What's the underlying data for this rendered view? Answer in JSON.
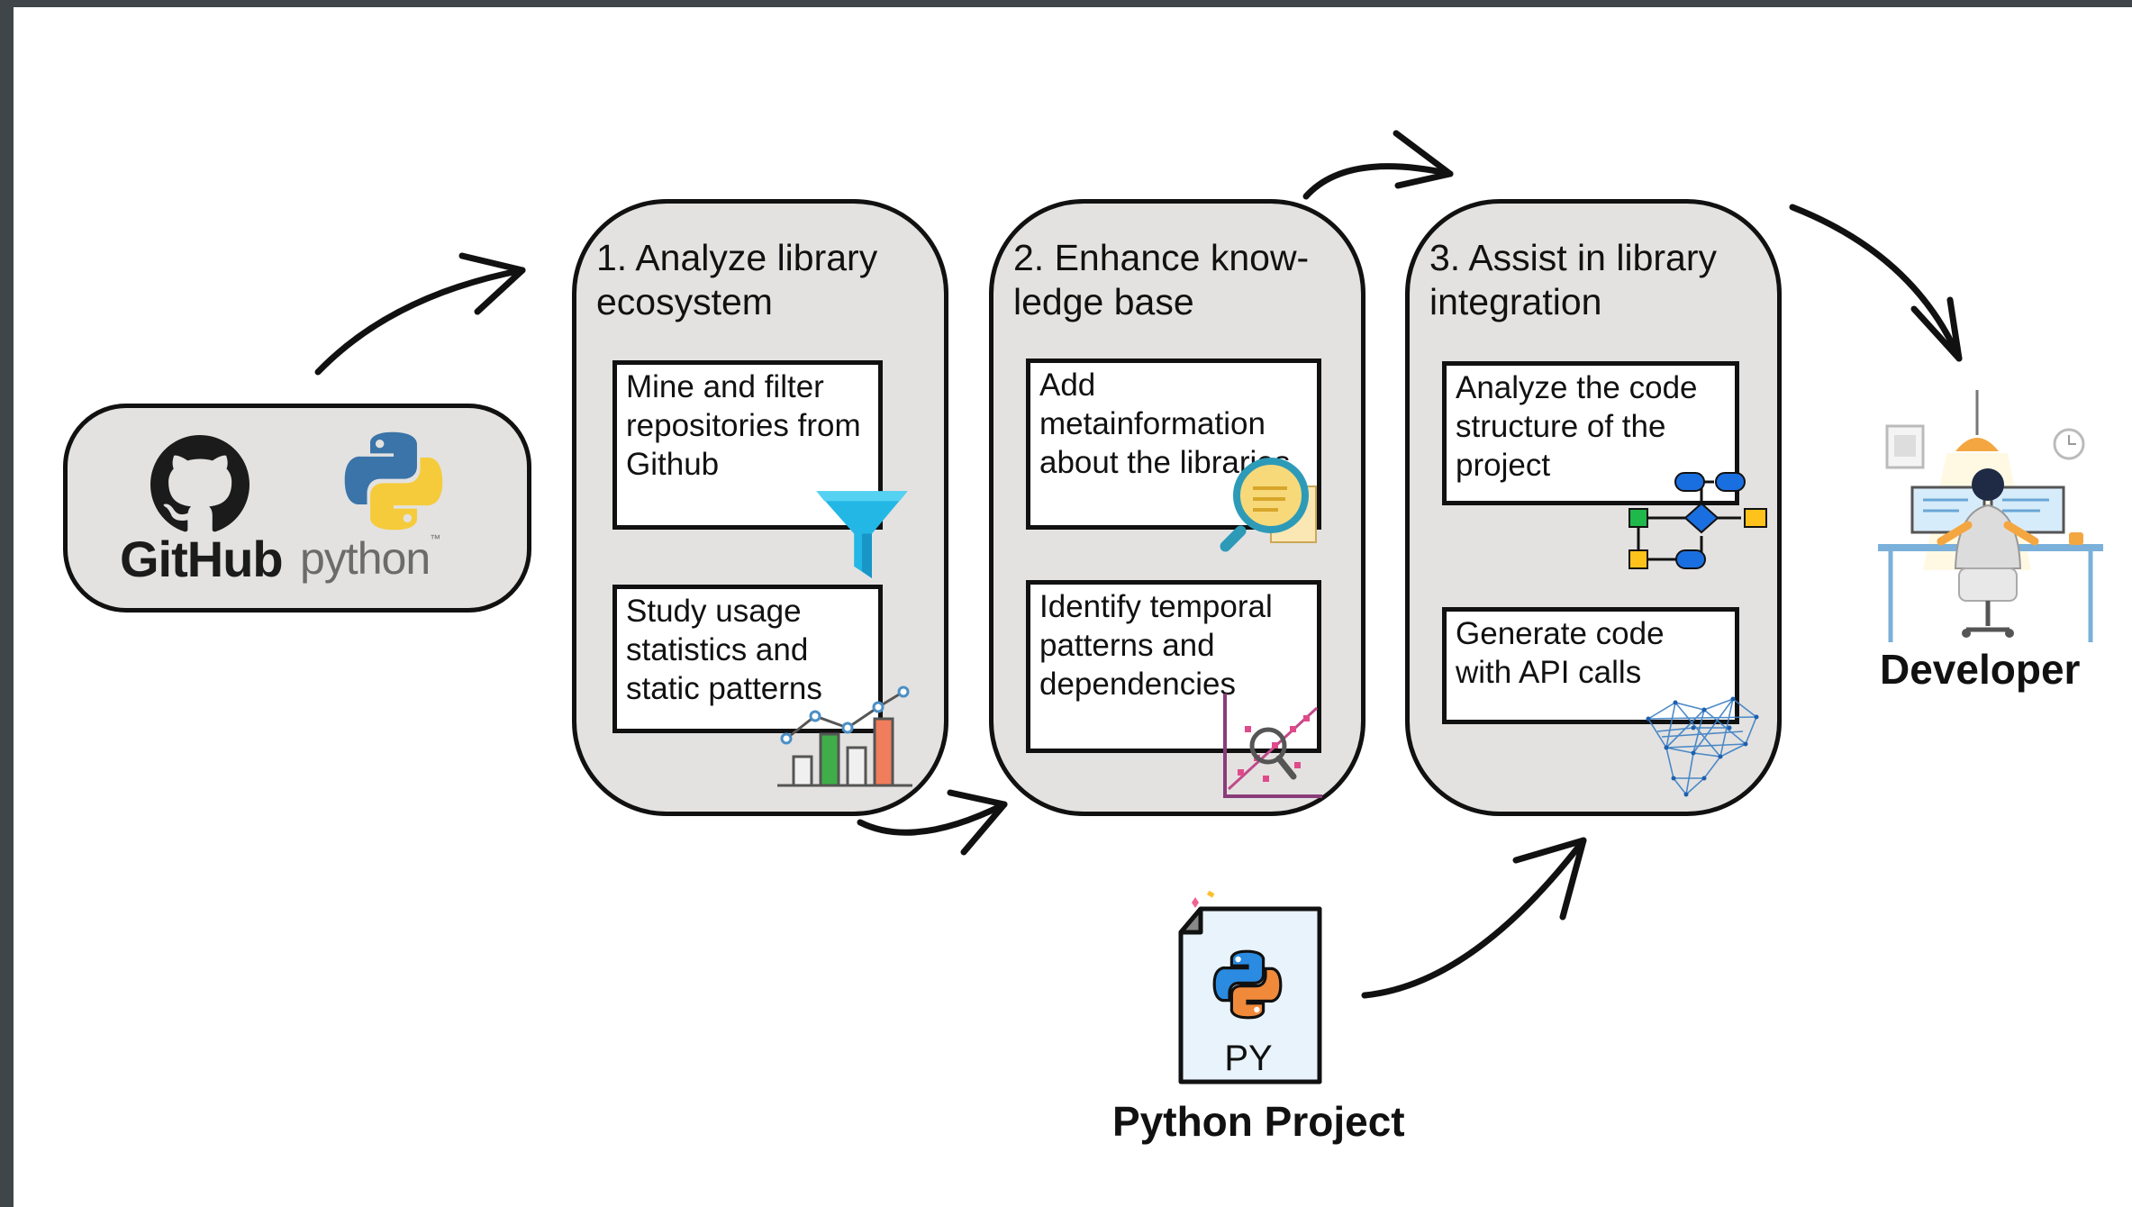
{
  "sources": {
    "github_logo_text": "GitHub",
    "python_logo_text": "python",
    "python_tm": "™"
  },
  "stages": [
    {
      "title": "1. Analyze library ecosystem",
      "steps": [
        {
          "text": "Mine and filter repositories from Github",
          "icon": "funnel-icon"
        },
        {
          "text": "Study usage statistics and static patterns",
          "icon": "bar-chart-icon"
        }
      ]
    },
    {
      "title": "2. Enhance know-ledge base",
      "steps": [
        {
          "text": "Add metainformation about the libraries",
          "icon": "magnifier-document-icon"
        },
        {
          "text": "Identify temporal patterns and dependencies",
          "icon": "scatter-analysis-icon"
        }
      ]
    },
    {
      "title": "3. Assist in library integration",
      "steps": [
        {
          "text": "Analyze the code structure of the project",
          "icon": "flowchart-icon"
        },
        {
          "text": "Generate code with API calls",
          "icon": "network-mesh-icon"
        }
      ]
    }
  ],
  "python_project": {
    "file_badge": "PY",
    "label": "Python Project"
  },
  "developer": {
    "label": "Developer"
  },
  "colors": {
    "stage_fill": "#e3e2e1",
    "outline": "#111111",
    "background": "#ffffff",
    "frame": "#3f4549"
  }
}
